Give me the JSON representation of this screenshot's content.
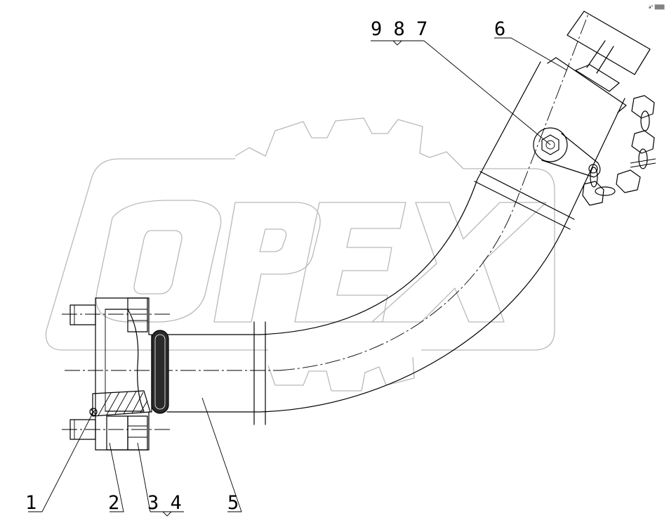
{
  "watermark": {
    "text": "OPEX",
    "color": "#b9b9b9"
  },
  "callouts": {
    "c1": "1",
    "c2": "2",
    "c34": "3 4",
    "c5": "5",
    "c6": "6",
    "c987": "9 8 7"
  },
  "corner_mark": "a° ▒▒▒"
}
